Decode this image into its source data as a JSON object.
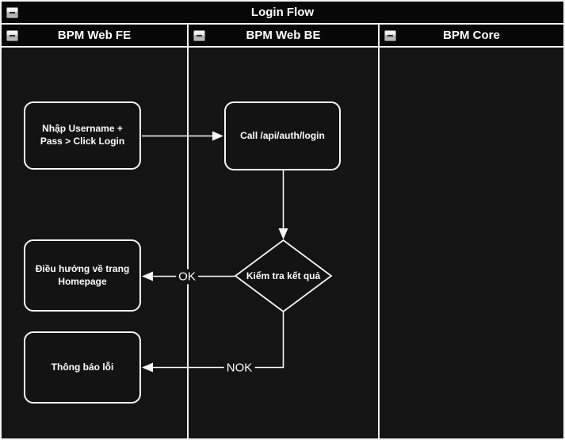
{
  "diagram": {
    "title": "Login Flow",
    "lanes": [
      {
        "label": "BPM Web FE"
      },
      {
        "label": "BPM Web BE"
      },
      {
        "label": "BPM Core"
      }
    ],
    "nodes": [
      {
        "id": "input-credentials",
        "type": "rounded-rect",
        "lane": "BPM Web FE",
        "label": "Nhập Username +\nPass > Click Login"
      },
      {
        "id": "call-login-api",
        "type": "rounded-rect",
        "lane": "BPM Web BE",
        "label": "Call /api/auth/login"
      },
      {
        "id": "check-result",
        "type": "decision-diamond",
        "lane": "BPM Web BE",
        "label": "Kiểm tra kết quả"
      },
      {
        "id": "redirect-homepage",
        "type": "rounded-rect",
        "lane": "BPM Web FE",
        "label": "Điều hướng về trang\nHomepage"
      },
      {
        "id": "error-message",
        "type": "rounded-rect",
        "lane": "BPM Web FE",
        "label": "Thông báo lỗi"
      }
    ],
    "edges": [
      {
        "from": "input-credentials",
        "to": "call-login-api",
        "label": ""
      },
      {
        "from": "call-login-api",
        "to": "check-result",
        "label": ""
      },
      {
        "from": "check-result",
        "to": "redirect-homepage",
        "label": "OK"
      },
      {
        "from": "check-result",
        "to": "error-message",
        "label": "NOK"
      }
    ],
    "icons": {
      "collapse": "collapse-minus-icon"
    },
    "colors": {
      "canvas_background": "#141414",
      "header_fill": "#070707",
      "node_fill": "#131313",
      "stroke": "#f2f2f2",
      "text": "#ffffff"
    }
  }
}
